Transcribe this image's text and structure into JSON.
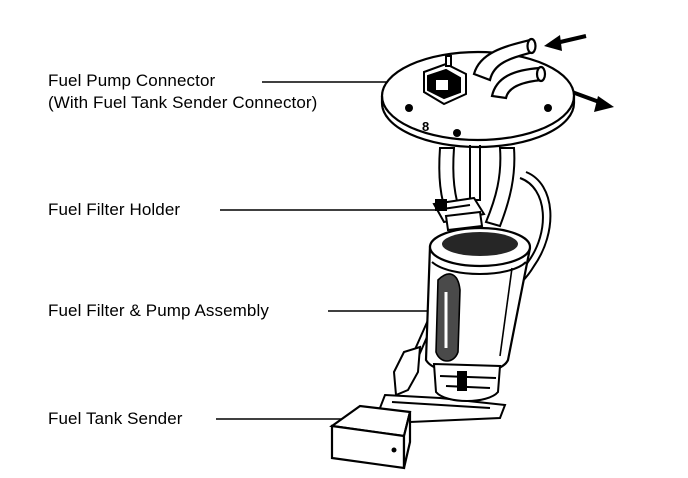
{
  "labels": {
    "pump_connector_line1": "Fuel Pump Connector",
    "pump_connector_line2": "(With Fuel Tank Sender Connector)",
    "filter_holder": "Fuel Filter Holder",
    "filter_pump_assembly": "Fuel Filter & Pump Assembly",
    "tank_sender": "Fuel Tank Sender"
  },
  "flange_marking": "8",
  "colors": {
    "ink": "#000000",
    "paper": "#ffffff",
    "shade": "#4a4a4a"
  }
}
